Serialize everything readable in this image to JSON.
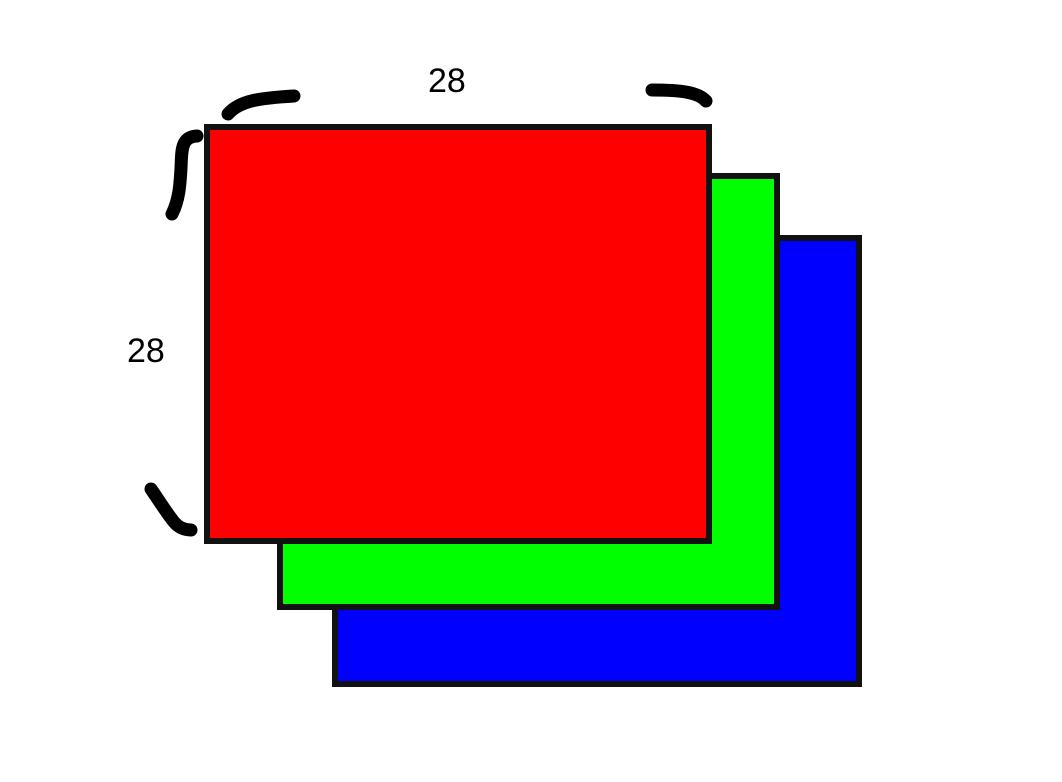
{
  "labels": {
    "width": "28",
    "height": "28"
  },
  "layers": [
    {
      "name": "blue",
      "color": "#0000ff"
    },
    {
      "name": "green",
      "color": "#00ff00"
    },
    {
      "name": "red",
      "color": "#ff0000"
    }
  ],
  "border_color": "#111111"
}
